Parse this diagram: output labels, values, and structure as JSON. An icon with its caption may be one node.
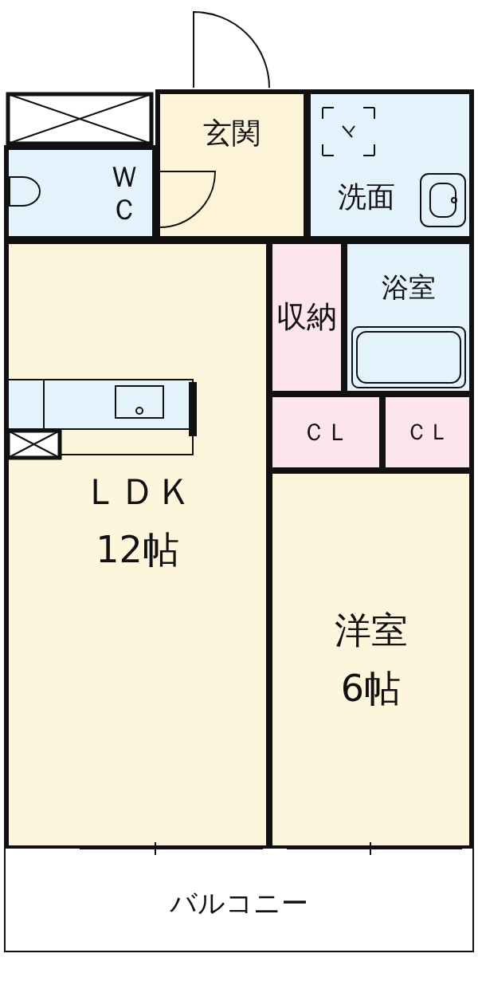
{
  "diagram": {
    "nodes": [
      {
        "text": [
          "玄関"
        ]
      },
      {
        "text": [
          "ＷＣ"
        ]
      },
      {
        "text": [
          "洗面"
        ]
      },
      {
        "text": [
          "収納"
        ]
      },
      {
        "text": [
          "浴室"
        ]
      },
      {
        "text": [
          "ＣＬ"
        ]
      },
      {
        "text": [
          "ＣＬ"
        ]
      },
      {
        "text": [
          "ＬＤＫ",
          "12帖"
        ]
      },
      {
        "text": [
          "洋室",
          "6帖"
        ]
      },
      {
        "text": [
          "バルコニー"
        ]
      }
    ]
  }
}
